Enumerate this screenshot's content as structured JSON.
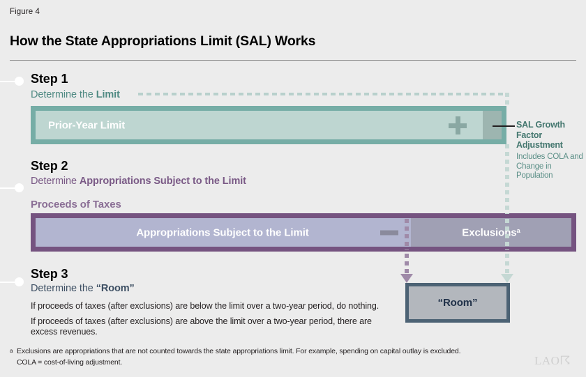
{
  "header": {
    "figure_label": "Figure 4",
    "title": "How the State Appropriations Limit (SAL) Works"
  },
  "steps": [
    {
      "title": "Step 1",
      "subtitle_plain": "Determine the ",
      "subtitle_bold": "Limit"
    },
    {
      "title": "Step 2",
      "subtitle_plain": "Determine ",
      "subtitle_bold": "Appropriations Subject to the Limit"
    },
    {
      "title": "Step 3",
      "subtitle_plain": "Determine the ",
      "subtitle_bold": "“Room”"
    }
  ],
  "step1": {
    "bar_label": "Prior-Year Limit",
    "operator": "+",
    "callout_title": "SAL Growth Factor Adjustment",
    "callout_note": "Includes COLA and Change in Population"
  },
  "step2": {
    "proceeds_label": "Proceeds of Taxes",
    "bar_label": "Appropriations Subject to the Limit",
    "operator": "−",
    "exclusions_label": "Exclusions",
    "exclusions_footnote_marker": "a"
  },
  "step3": {
    "line1": "If proceeds of taxes (after exclusions) are below the limit over a two-year period, do nothing.",
    "line2": "If proceeds of taxes (after exclusions) are above the limit over a two-year period, there are excess revenues.",
    "room_label": "“Room”"
  },
  "footnotes": {
    "marker_a": "a",
    "note_a": "Exclusions are appropriations that are not counted towards the state appropriations limit. For example, spending on capital outlay is excluded.",
    "note_cola": "COLA = cost-of-living adjustment."
  },
  "logo": {
    "text": "LAO"
  },
  "colors": {
    "background": "#ececec",
    "teal_border": "#76ada6",
    "teal_fill": "#bed6d1",
    "teal_gray": "#9db5b0",
    "purple_border": "#755380",
    "purple_fill": "#b2b5d0",
    "purple_gray": "#a0a0b4",
    "slate_border": "#4c6274",
    "slate_fill": "#b3b7bd",
    "teal_text": "#4f8a83",
    "purple_text": "#7a5a86",
    "slate_text": "#3d4f63"
  }
}
